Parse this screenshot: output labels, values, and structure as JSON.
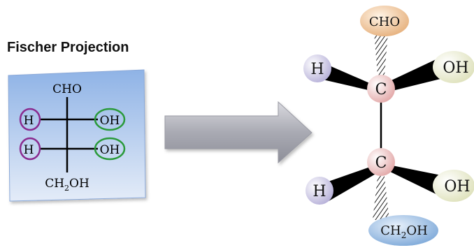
{
  "title": "Fischer Projection",
  "fischer": {
    "top_group": "CHO",
    "bottom_group_main": "CH",
    "bottom_group_sub": "2",
    "bottom_group_tail": "OH",
    "left_groups": [
      "H",
      "H"
    ],
    "right_groups": [
      "OH",
      "OH"
    ]
  },
  "model3d": {
    "top_group": "CHO",
    "carbon_labels": [
      "C",
      "C"
    ],
    "left_groups": [
      "H",
      "H"
    ],
    "right_groups": [
      "OH",
      "OH"
    ],
    "bottom_group_main": "CH",
    "bottom_group_sub": "2",
    "bottom_group_tail": "OH"
  },
  "colors": {
    "panel_top": "#8fb3e6",
    "panel_bottom": "#e4ecf8",
    "h_circle": "#8a2b8f",
    "oh_circle": "#2a9a3a",
    "arrow_fill": "#a9aab3",
    "carbon": "#f2c9c9",
    "hydrogen": "#cfcbe6",
    "oh_ball": "#eef0d8",
    "cho_ball": "#f1cfa8",
    "ch2oh_ball": "#a9c9ec"
  }
}
